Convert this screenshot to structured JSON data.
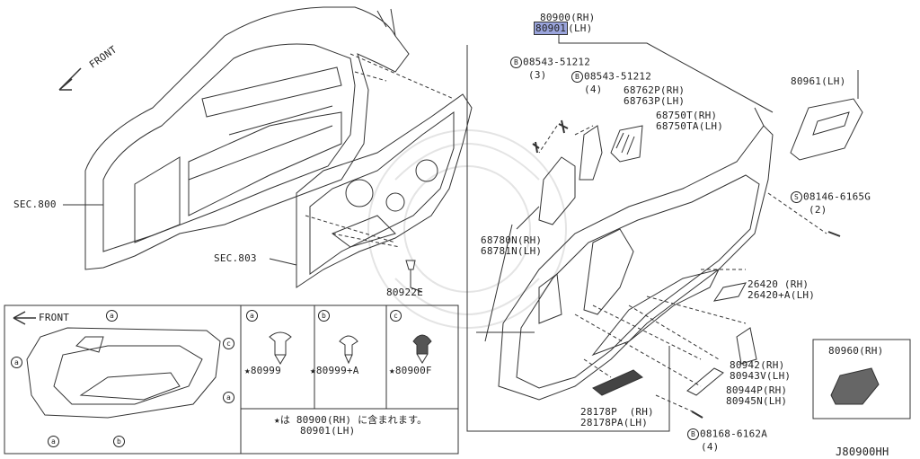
{
  "labels": {
    "front_main": "FRONT",
    "sec800": "SEC.800",
    "sec803": "SEC.803",
    "p80922e": "80922E",
    "p80900_rh": "80900(RH)",
    "p80901_lh": "80901",
    "p80901_lh_suffix": "(LH)",
    "bolt1_code": "08543-51212",
    "bolt1_qty": "(3)",
    "bolt2_code": "08543-51212",
    "bolt2_qty": "(4)",
    "p68762": "68762P(RH)",
    "p68763": "68763P(LH)",
    "p68750t": "68750T(RH)",
    "p68750ta": "68750TA(LH)",
    "p68780n": "68780N(RH)",
    "p68781n": "68781N(LH)",
    "p80961": "80961(LH)",
    "screw_code": "08146-6165G",
    "screw_qty": "(2)",
    "p26420": "26420 (RH)",
    "p26420a": "26420+A(LH)",
    "p80942": "80942(RH)",
    "p80943v": "80943V(LH)",
    "p80944p": "80944P(RH)",
    "p80945n": "80945N(LH)",
    "p28178p": "28178P  (RH)",
    "p28178pa": "28178PA(LH)",
    "bolt3_code": "08168-6162A",
    "bolt3_qty": "(4)",
    "p80960": "80960(RH)",
    "front_inset": "FRONT",
    "clip_a": "★80999",
    "clip_b": "★80999+A",
    "clip_c": "★80900F",
    "note_line1": "★は 80900(RH) に含まれます。",
    "note_line2": "80901(LH)",
    "ref_code": "J80900HH",
    "mark_a": "a",
    "mark_b": "b",
    "mark_c": "c",
    "mark_B": "B",
    "mark_S": "S"
  },
  "colors": {
    "line": "#333333",
    "highlight": "#9aa4dc",
    "watermark": "#e6e6e6"
  }
}
